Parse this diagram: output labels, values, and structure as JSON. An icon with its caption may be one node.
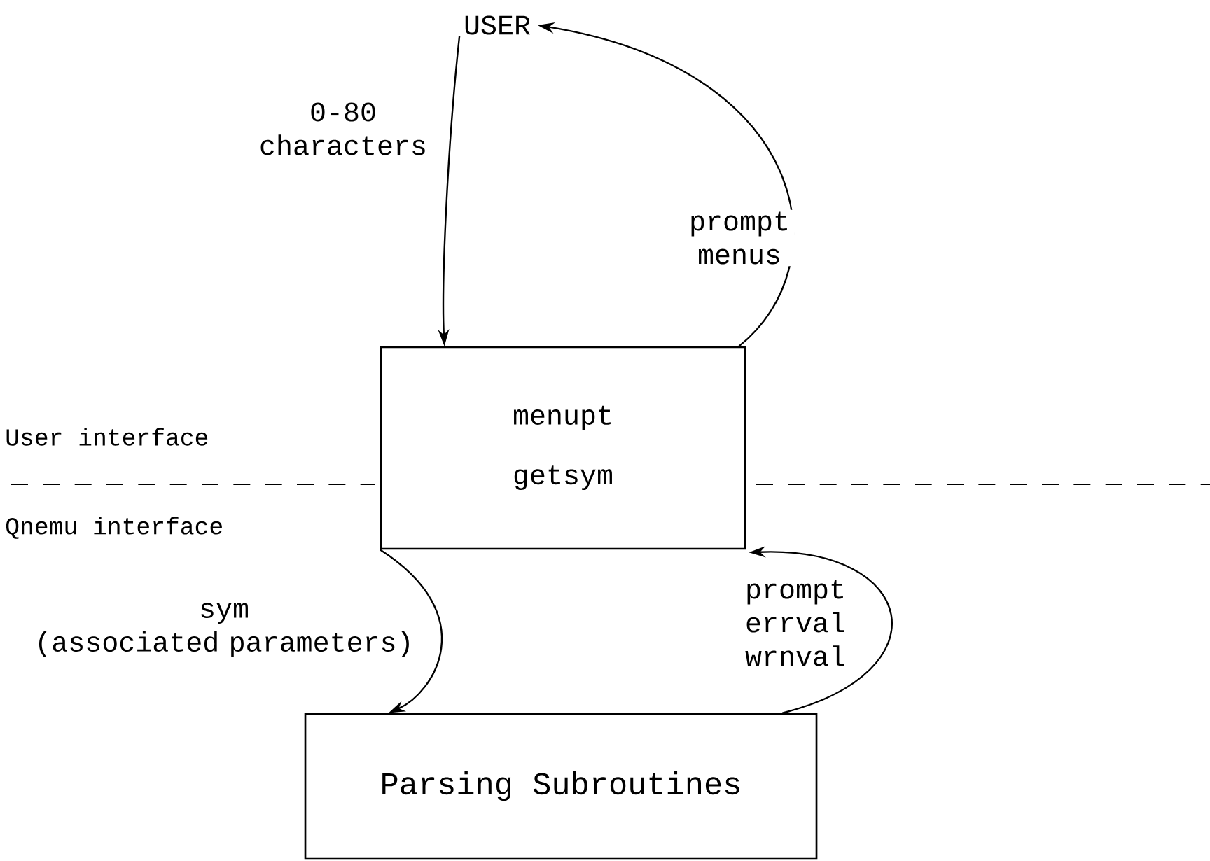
{
  "diagram": {
    "nodes": [
      {
        "text": [
          "USER"
        ]
      },
      {
        "text": [
          "menupt",
          "getsym"
        ]
      },
      {
        "text": [
          "Parsing Subroutines"
        ]
      }
    ],
    "edges": [
      {
        "from": 0,
        "to": 1,
        "arrow": "to",
        "label": "0-80 characters"
      },
      {
        "from": 1,
        "to": 0,
        "arrow": "to",
        "label": "prompt menus"
      },
      {
        "from": 1,
        "to": 2,
        "arrow": "to",
        "label": "sym (associated parameters)"
      },
      {
        "from": 2,
        "to": 1,
        "arrow": "to",
        "label": "prompt errval wrnval"
      }
    ],
    "labels": [
      "User interface",
      "Qnemu interface"
    ]
  }
}
